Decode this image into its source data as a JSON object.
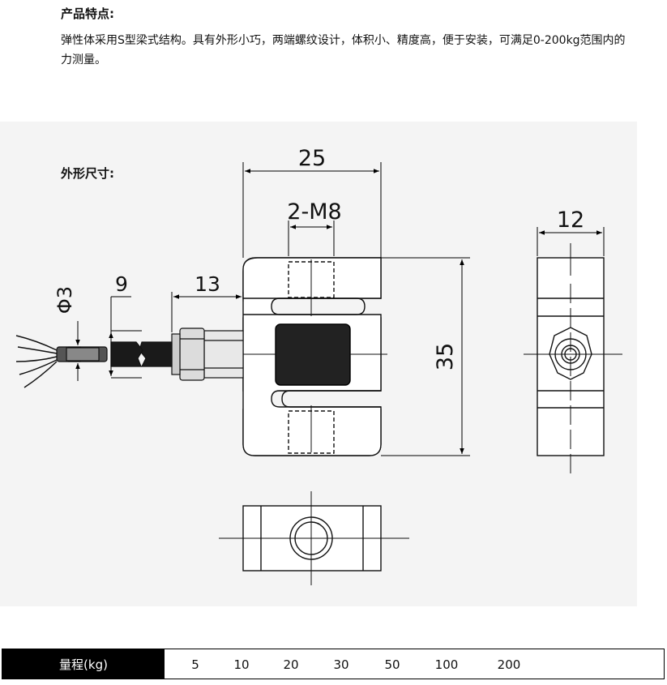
{
  "features": {
    "title": "产品特点:",
    "text": "弹性体采用S型梁式结构。具有外形小巧，两端螺纹设计，体积小、精度高，便于安装，可满足0-200kg范围内的力测量。"
  },
  "dimensions": {
    "title": "外形尺寸:",
    "labels": {
      "width": "25",
      "thread": "2-M8",
      "height": "35",
      "thickness": "12",
      "diameter": "Φ3",
      "cable_len": "9",
      "conn_len": "13"
    }
  },
  "range_table": {
    "header": "量程(kg)",
    "values": [
      "5",
      "10",
      "20",
      "30",
      "50",
      "100",
      "200"
    ]
  }
}
